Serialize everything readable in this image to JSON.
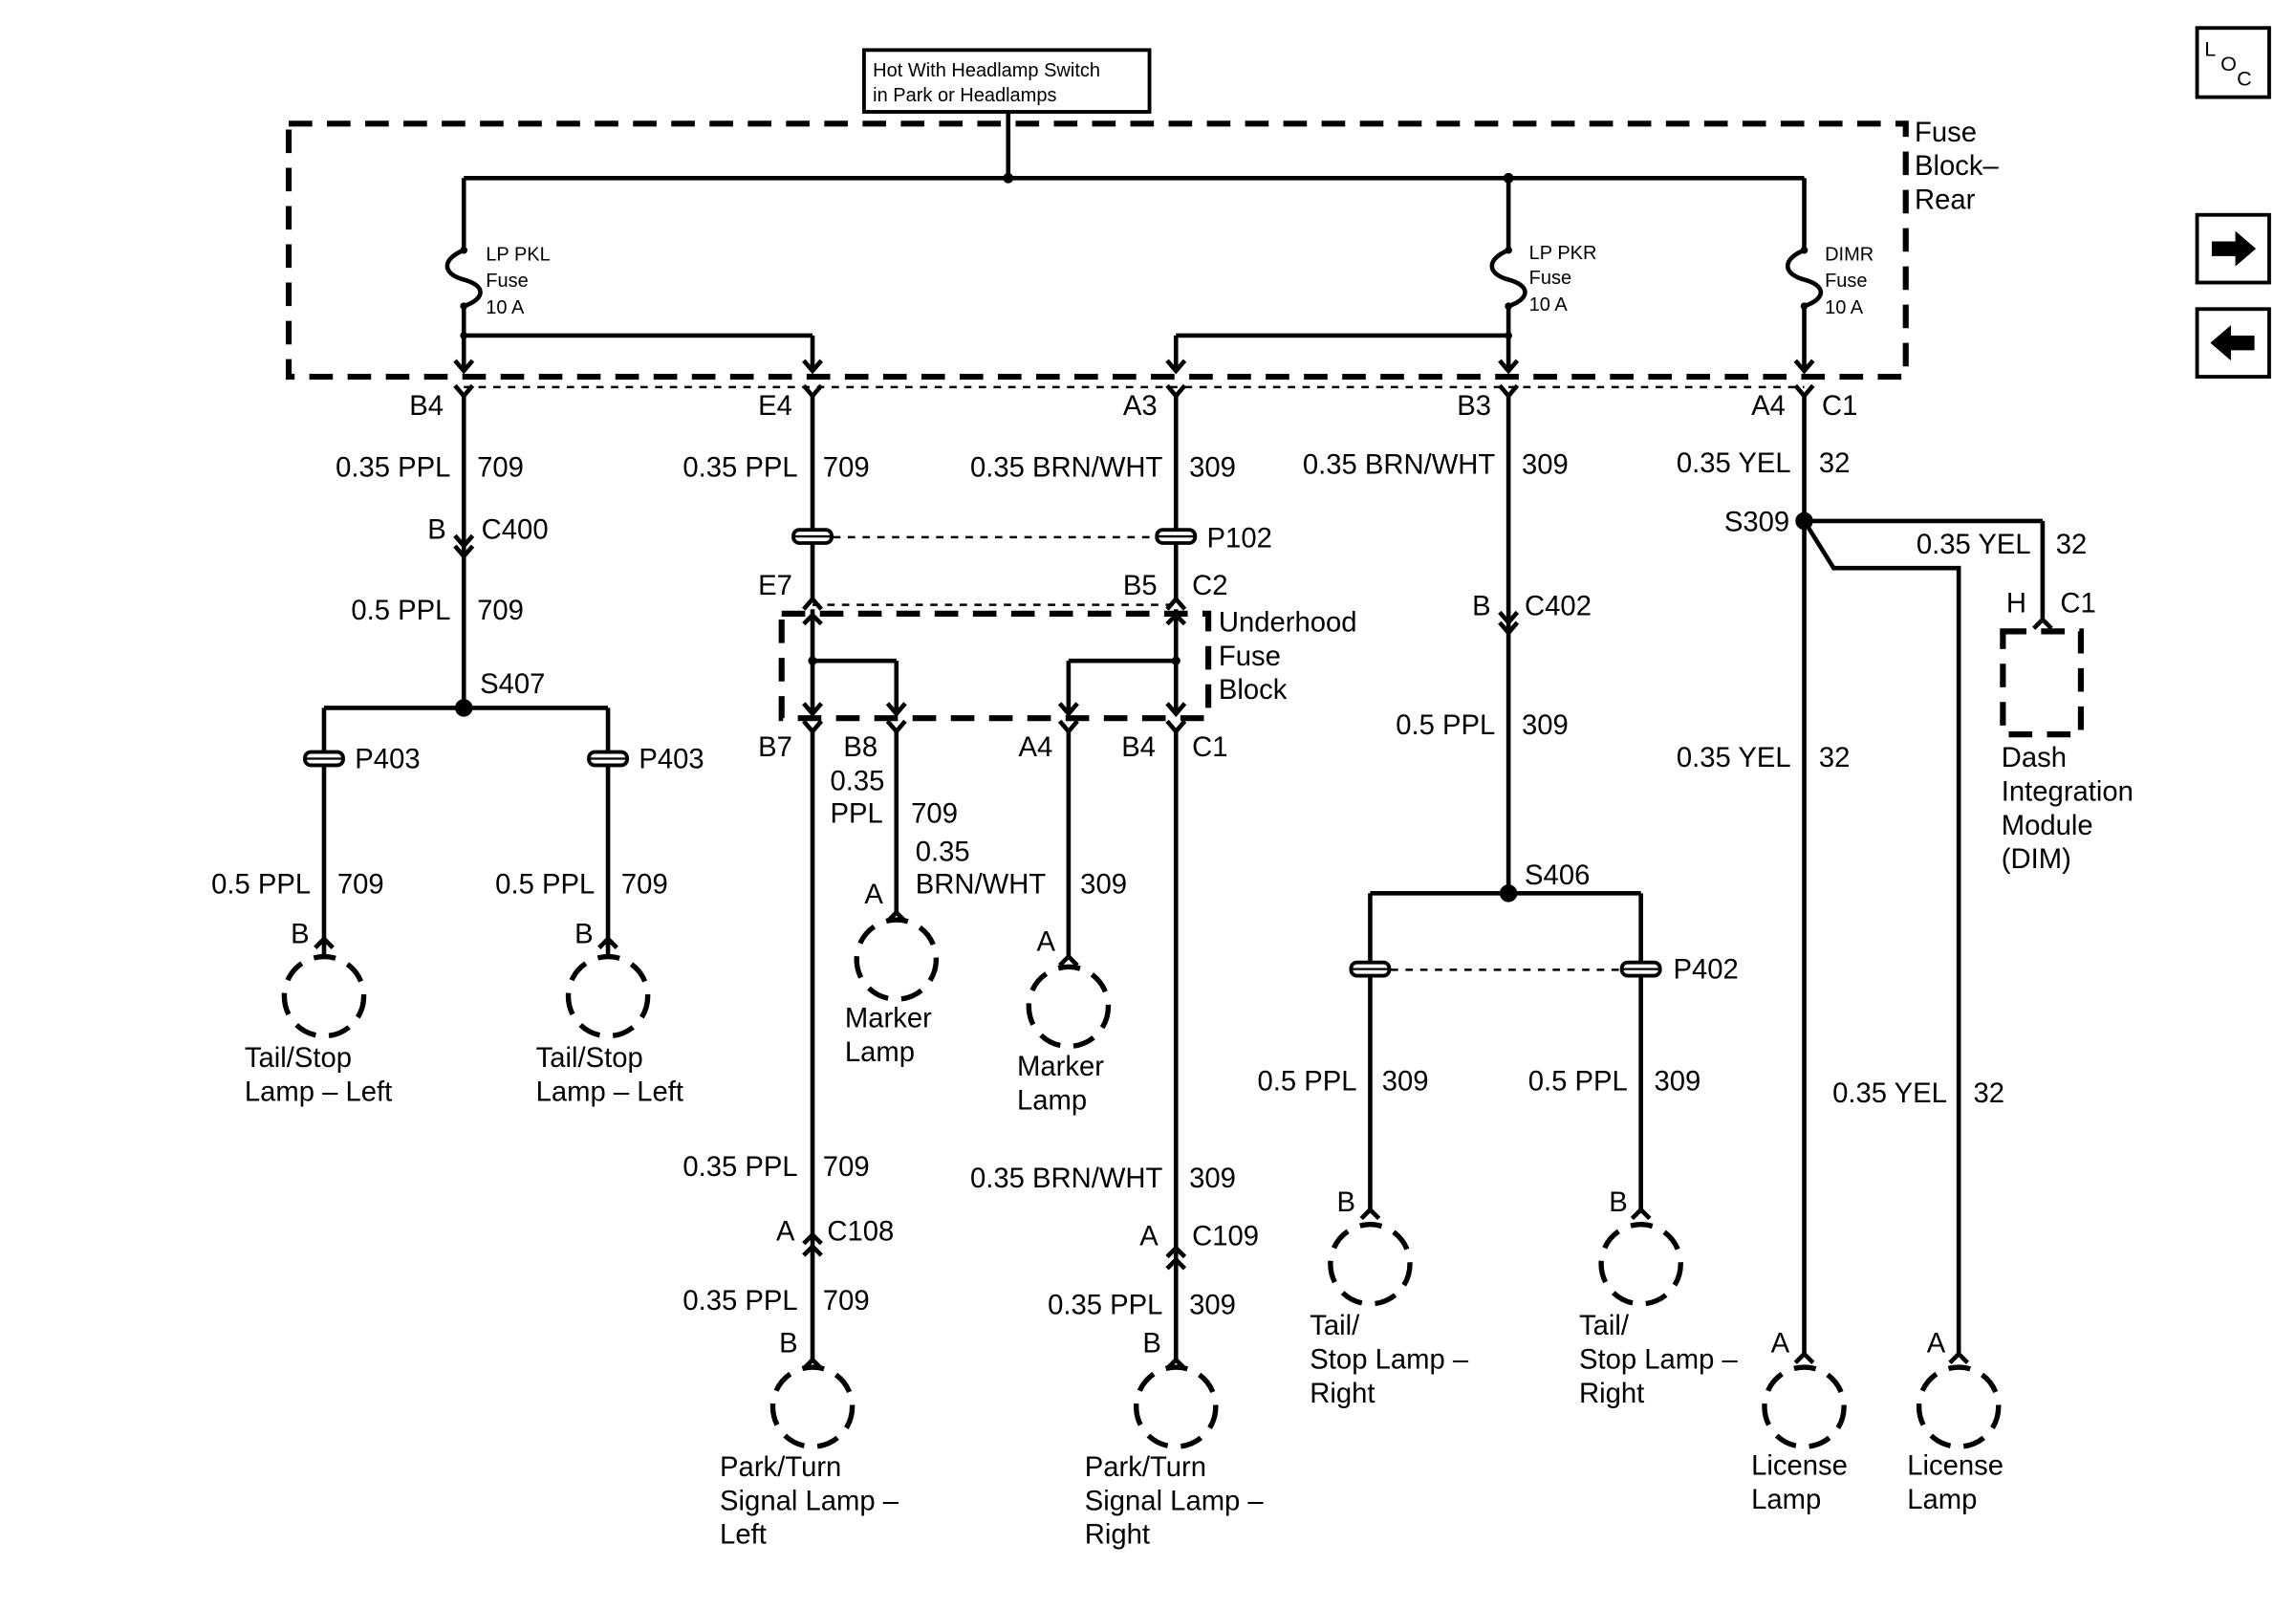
{
  "source_box": {
    "line1": "Hot With Headlamp Switch",
    "line2": "in Park or Headlamps"
  },
  "fuse_block_rear": {
    "line1": "Fuse",
    "line2": "Block–",
    "line3": "Rear"
  },
  "underhood_fuse_block": {
    "line1": "Underhood",
    "line2": "Fuse",
    "line3": "Block"
  },
  "fuses": [
    {
      "line1": "LP PKL",
      "line2": "Fuse",
      "line3": "10 A"
    },
    {
      "line1": "LP PKR",
      "line2": "Fuse",
      "line3": "10 A"
    },
    {
      "line1": "DIMR",
      "line2": "Fuse",
      "line3": "10 A"
    }
  ],
  "connectors": {
    "b4": "B4",
    "e4": "E4",
    "a3": "A3",
    "b3": "B3",
    "a4": "A4",
    "c1_top": "C1",
    "c400_pin": "B",
    "c400": "C400",
    "p102": "P102",
    "e7": "E7",
    "b5": "B5",
    "c2": "C2",
    "b7": "B7",
    "b8": "B8",
    "a4_lower": "A4",
    "b4_lower": "B4",
    "c1_lower": "C1",
    "c402_pin": "B",
    "c402": "C402",
    "dim_pin": "H",
    "dim_conn": "C1",
    "p403_left": "P403",
    "p403_right": "P403",
    "p402": "P402",
    "c108_pin": "A",
    "c108": "C108",
    "c109_pin": "A",
    "c109": "C109"
  },
  "splices": {
    "s407": "S407",
    "s309": "S309",
    "s406": "S406"
  },
  "wires": {
    "w_b4": {
      "gauge": "0.35 PPL",
      "circuit": "709"
    },
    "w_e4": {
      "gauge": "0.35 PPL",
      "circuit": "709"
    },
    "w_a3": {
      "gauge": "0.35 BRN/WHT",
      "circuit": "309"
    },
    "w_b3": {
      "gauge": "0.35 BRN/WHT",
      "circuit": "309"
    },
    "w_a4": {
      "gauge": "0.35 YEL",
      "circuit": "32"
    },
    "w_c400": {
      "gauge": "0.5 PPL",
      "circuit": "709"
    },
    "w_s309_dim": {
      "gauge": "0.35 YEL",
      "circuit": "32"
    },
    "w_b8": {
      "gauge_line1": "0.35",
      "gauge_line2": "PPL",
      "circuit": "709"
    },
    "w_a4_lower": {
      "gauge_line1": "0.35",
      "gauge_line2": "BRN/WHT",
      "circuit": "309"
    },
    "w_c402": {
      "gauge": "0.5 PPL",
      "circuit": "309"
    },
    "w_s309_down": {
      "gauge": "0.35 YEL",
      "circuit": "32"
    },
    "w_tail_l1": {
      "gauge": "0.5 PPL",
      "circuit": "709"
    },
    "w_tail_l2": {
      "gauge": "0.5 PPL",
      "circuit": "709"
    },
    "w_tail_r1": {
      "gauge": "0.5 PPL",
      "circuit": "309"
    },
    "w_tail_r2": {
      "gauge": "0.5 PPL",
      "circuit": "309"
    },
    "w_lic2": {
      "gauge": "0.35 YEL",
      "circuit": "32"
    },
    "w_b7": {
      "gauge": "0.35 PPL",
      "circuit": "709"
    },
    "w_c1": {
      "gauge": "0.35 BRN/WHT",
      "circuit": "309"
    },
    "w_c108": {
      "gauge": "0.35 PPL",
      "circuit": "709"
    },
    "w_c109": {
      "gauge": "0.35 PPL",
      "circuit": "309"
    }
  },
  "components": {
    "tail_left_1": {
      "pin": "B",
      "line1": "Tail/Stop",
      "line2": "Lamp – Left"
    },
    "tail_left_2": {
      "pin": "B",
      "line1": "Tail/Stop",
      "line2": "Lamp – Left"
    },
    "marker_1": {
      "pin": "A",
      "line1": "Marker",
      "line2": "Lamp"
    },
    "marker_2": {
      "pin": "A",
      "line1": "Marker",
      "line2": "Lamp"
    },
    "park_left": {
      "pin": "B",
      "line1": "Park/Turn",
      "line2": "Signal Lamp –",
      "line3": "Left"
    },
    "park_right": {
      "pin": "B",
      "line1": "Park/Turn",
      "line2": "Signal Lamp –",
      "line3": "Right"
    },
    "tail_right_1": {
      "pin": "B",
      "line1": "Tail/",
      "line2": "Stop Lamp –",
      "line3": "Right"
    },
    "tail_right_2": {
      "pin": "B",
      "line1": "Tail/",
      "line2": "Stop Lamp –",
      "line3": "Right"
    },
    "license_1": {
      "pin": "A",
      "line1": "License",
      "line2": "Lamp"
    },
    "license_2": {
      "pin": "A",
      "line1": "License",
      "line2": "Lamp"
    },
    "dim": {
      "line1": "Dash",
      "line2": "Integration",
      "line3": "Module",
      "line4": "(DIM)"
    }
  },
  "side_icons": {
    "loc": "loc-icon",
    "next": "arrow-right-icon",
    "prev": "arrow-left-icon"
  },
  "loc_letters": {
    "l": "L",
    "o": "O",
    "c": "C"
  }
}
